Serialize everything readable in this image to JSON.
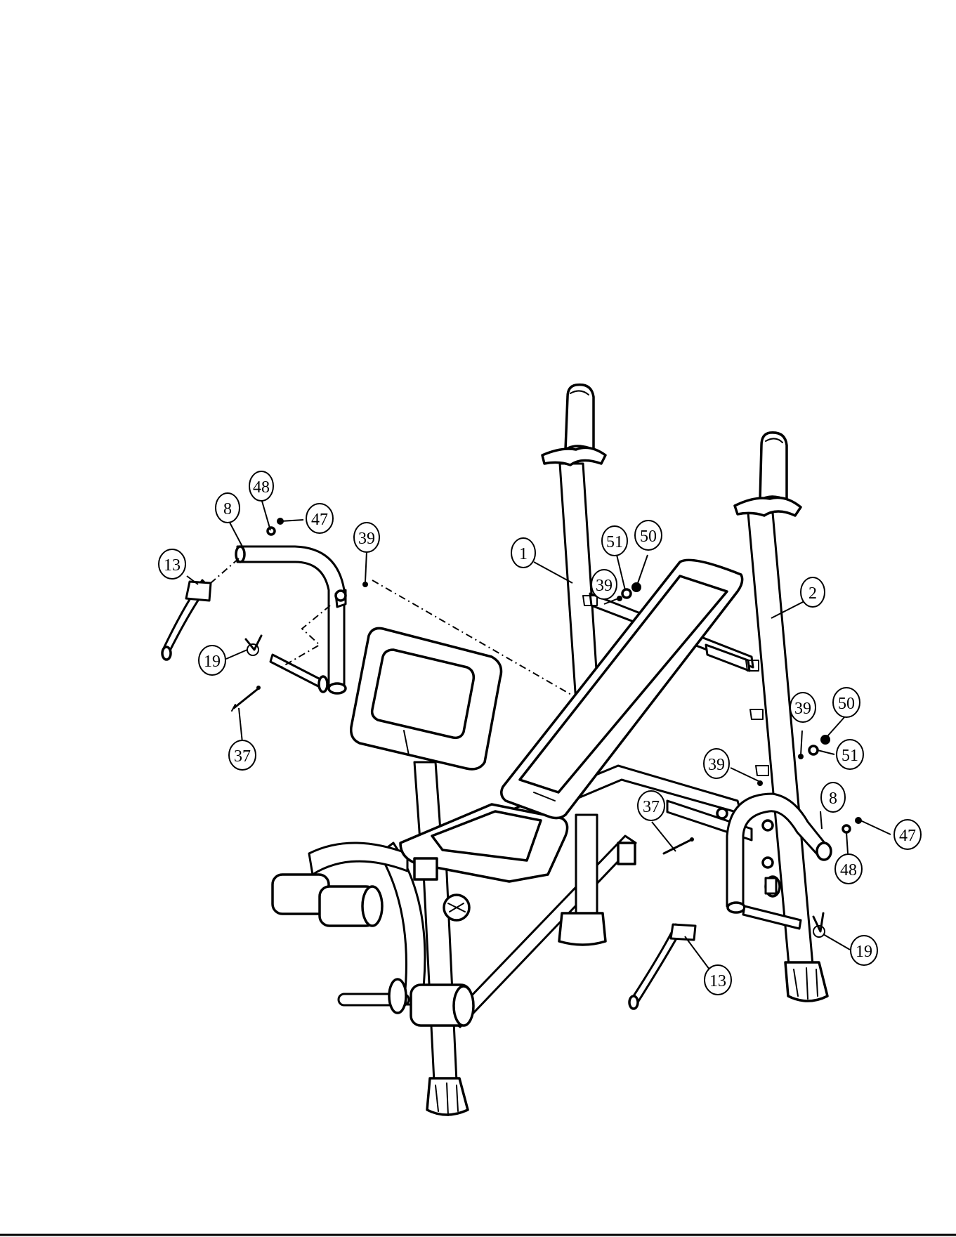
{
  "callouts": [
    {
      "id": "c48a",
      "text": "48"
    },
    {
      "id": "c8a",
      "text": "8"
    },
    {
      "id": "c47a",
      "text": "47"
    },
    {
      "id": "c39a",
      "text": "39"
    },
    {
      "id": "c13a",
      "text": "13"
    },
    {
      "id": "c19a",
      "text": "19"
    },
    {
      "id": "c37a",
      "text": "37"
    },
    {
      "id": "c1",
      "text": "1"
    },
    {
      "id": "c51a",
      "text": "51"
    },
    {
      "id": "c50a",
      "text": "50"
    },
    {
      "id": "c39b",
      "text": "39"
    },
    {
      "id": "c2",
      "text": "2"
    },
    {
      "id": "c39c",
      "text": "39"
    },
    {
      "id": "c50b",
      "text": "50"
    },
    {
      "id": "c51b",
      "text": "51"
    },
    {
      "id": "c39d",
      "text": "39"
    },
    {
      "id": "c37b",
      "text": "37"
    },
    {
      "id": "c8b",
      "text": "8"
    },
    {
      "id": "c47b",
      "text": "47"
    },
    {
      "id": "c48b",
      "text": "48"
    },
    {
      "id": "c19b",
      "text": "19"
    },
    {
      "id": "c13b",
      "text": "13"
    }
  ]
}
